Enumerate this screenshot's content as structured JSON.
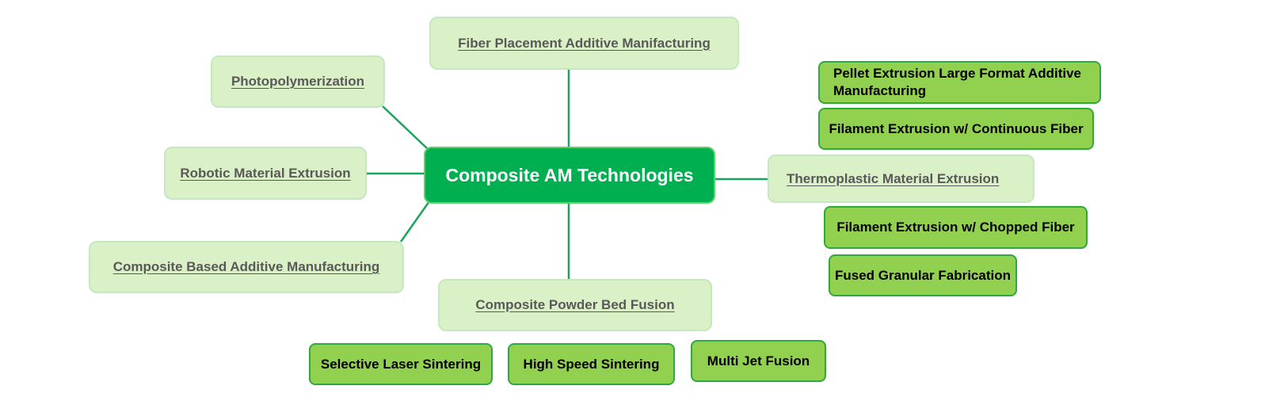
{
  "colors": {
    "root_fill": "#00b050",
    "topic_fill": "#daf0c6",
    "subtopic_fill": "#92d050",
    "connector": "#1aa55a"
  },
  "mindmap": {
    "root": "Composite AM Technologies",
    "topics": {
      "fiber_placement": "Fiber Placement Additive Manifacturing",
      "photopolymerization": "Photopolymerization",
      "robotic_extrusion": "Robotic Material Extrusion",
      "composite_based": "Composite Based Additive Manufacturing",
      "powder_bed": "Composite Powder Bed Fusion",
      "thermoplastic_extrusion": "Thermoplastic Material Extrusion"
    },
    "subtopics": {
      "thermoplastic_extrusion": [
        "Pellet Extrusion Large Format Additive Manufacturing",
        "Filament Extrusion w/ Continuous Fiber",
        "Filament Extrusion w/ Chopped Fiber",
        "Fused Granular Fabrication"
      ],
      "powder_bed": [
        "Selective Laser Sintering",
        "High Speed Sintering",
        "Multi Jet Fusion"
      ]
    }
  }
}
